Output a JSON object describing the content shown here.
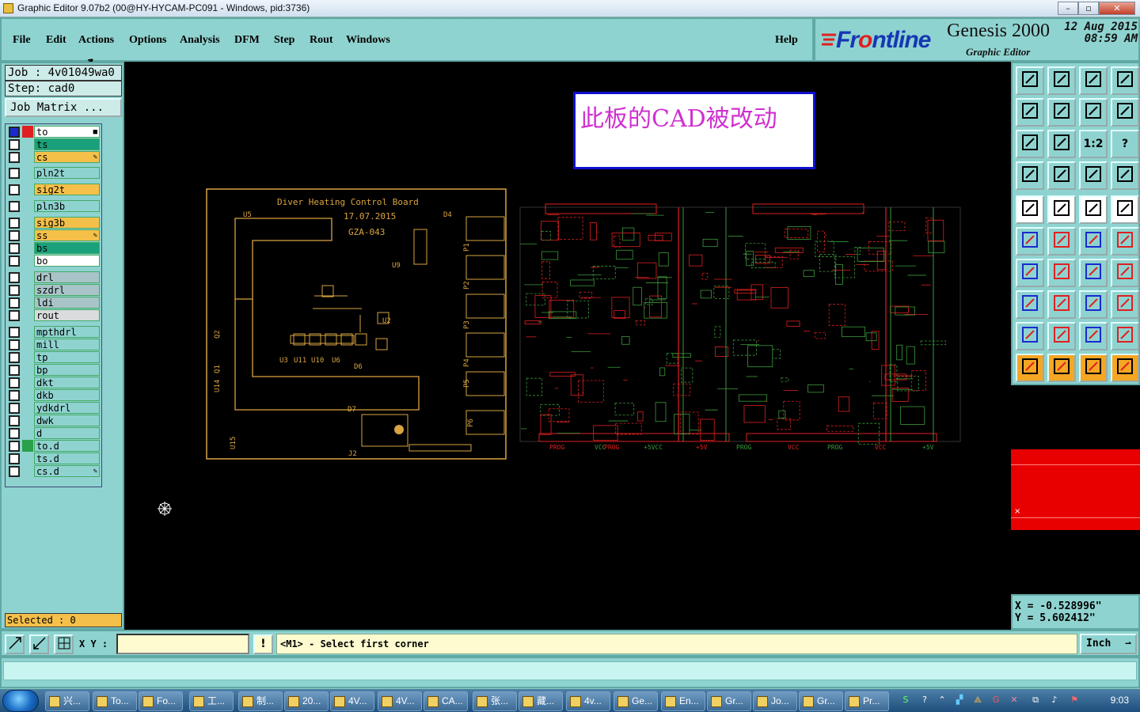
{
  "window": {
    "title": "Graphic Editor 9.07b2 (00@HY-HYCAM-PC091 - Windows, pid:3736)",
    "min": "–",
    "max": "▫",
    "close": "✕"
  },
  "menu": {
    "items": [
      "File",
      "Edit",
      "Actions",
      "Options",
      "Analysis",
      "DFM",
      "Step",
      "Rout",
      "Windows"
    ],
    "help": "Help"
  },
  "brand": {
    "frontline_a": "Fr",
    "frontline_b": "o",
    "frontline_c": "ntline",
    "product": "Genesis 2000",
    "subtitle": "Graphic Editor",
    "date": "12 Aug 2015",
    "time": "08:59 AM"
  },
  "job": {
    "job_field": "Job : 4v01049wa0",
    "step_field": "Step: cad0",
    "matrix_button": "Job Matrix ..."
  },
  "layers": [
    {
      "name": "to",
      "color": "#ffffff",
      "swatch": "#e02020",
      "marker": "■"
    },
    {
      "name": "ts",
      "color": "#1aa07a",
      "swatch": "",
      "marker": ""
    },
    {
      "name": "cs",
      "color": "#f5c04a",
      "swatch": "",
      "marker": "✎"
    },
    {
      "name": "pln2t",
      "color": "#8fd3d0",
      "swatch": "",
      "marker": ""
    },
    {
      "name": "sig2t",
      "color": "#f5c04a",
      "swatch": "",
      "marker": ""
    },
    {
      "name": "pln3b",
      "color": "#8fd3d0",
      "swatch": "",
      "marker": ""
    },
    {
      "name": "sig3b",
      "color": "#f5c04a",
      "swatch": "",
      "marker": ""
    },
    {
      "name": "ss",
      "color": "#f5c04a",
      "swatch": "",
      "marker": "✎"
    },
    {
      "name": "bs",
      "color": "#1aa07a",
      "swatch": "",
      "marker": ""
    },
    {
      "name": "bo",
      "color": "#ffffff",
      "swatch": "",
      "marker": ""
    },
    {
      "name": "drl",
      "color": "#a9c4c8",
      "swatch": "",
      "marker": ""
    },
    {
      "name": "szdrl",
      "color": "#a9c4c8",
      "swatch": "",
      "marker": ""
    },
    {
      "name": "ldi",
      "color": "#a9c4c8",
      "swatch": "",
      "marker": ""
    },
    {
      "name": "rout",
      "color": "#d8dcdc",
      "swatch": "",
      "marker": ""
    },
    {
      "name": "mpthdrl",
      "color": "#8fd3d0",
      "swatch": "",
      "marker": ""
    },
    {
      "name": "mill",
      "color": "#8fd3d0",
      "swatch": "",
      "marker": ""
    },
    {
      "name": "tp",
      "color": "#8fd3d0",
      "swatch": "",
      "marker": ""
    },
    {
      "name": "bp",
      "color": "#8fd3d0",
      "swatch": "",
      "marker": ""
    },
    {
      "name": "dkt",
      "color": "#8fd3d0",
      "swatch": "",
      "marker": ""
    },
    {
      "name": "dkb",
      "color": "#8fd3d0",
      "swatch": "",
      "marker": ""
    },
    {
      "name": "ydkdrl",
      "color": "#8fd3d0",
      "swatch": "",
      "marker": ""
    },
    {
      "name": "dwk",
      "color": "#8fd3d0",
      "swatch": "",
      "marker": ""
    },
    {
      "name": "d",
      "color": "#8fd3d0",
      "swatch": "",
      "marker": ""
    },
    {
      "name": "to.d",
      "color": "#8fd3d0",
      "swatch": "#2aa04a",
      "marker": ""
    },
    {
      "name": "ts.d",
      "color": "#8fd3d0",
      "swatch": "",
      "marker": ""
    },
    {
      "name": "cs.d",
      "color": "#8fd3d0",
      "swatch": "",
      "marker": "✎"
    }
  ],
  "selected": "Selected : 0",
  "canvas": {
    "note": "此板的CAD被改动",
    "board_title": "Diver Heating Control Board",
    "board_date": "17.07.2015",
    "board_code": "GZA-043",
    "ref_labels": [
      "D4",
      "U5",
      "U9",
      "U2",
      "U3",
      "U11",
      "U10",
      "U6",
      "D6",
      "D7",
      "J2",
      "P1",
      "P2",
      "P3",
      "P4",
      "P5",
      "P6",
      "Q2",
      "Q1",
      "U14",
      "U15"
    ],
    "net_labels": [
      "PROG",
      "VCC",
      "PROG",
      "+5VCC",
      "+5V",
      "PROG",
      "VCC",
      "PROG",
      "VCC",
      "+5V"
    ]
  },
  "toolbar": {
    "zoom_label": "1:2",
    "help_label": "?"
  },
  "coords": {
    "x": "X = -0.528996\"",
    "y": "Y = 5.602412\""
  },
  "status": {
    "xy_label": "X Y :",
    "xy_value": "",
    "warn": "!",
    "prompt": "<M1> - Select first corner",
    "units": "Inch"
  },
  "taskbar": {
    "tasks": [
      "兴...",
      "To...",
      "Fo...",
      "工...",
      "制...",
      "20...",
      "4V...",
      "4V...",
      "CA...",
      "张...",
      "藏...",
      "4v...",
      "Ge...",
      "En...",
      "Gr...",
      "Jo...",
      "Gr...",
      "Pr..."
    ],
    "clock": "9:03"
  },
  "colors": {
    "panel": "#8fd3d0",
    "board_silk": "#d9a441",
    "copper_red": "#e02020",
    "copper_green": "#3c9a3c",
    "accent_orange": "#f5a623"
  }
}
